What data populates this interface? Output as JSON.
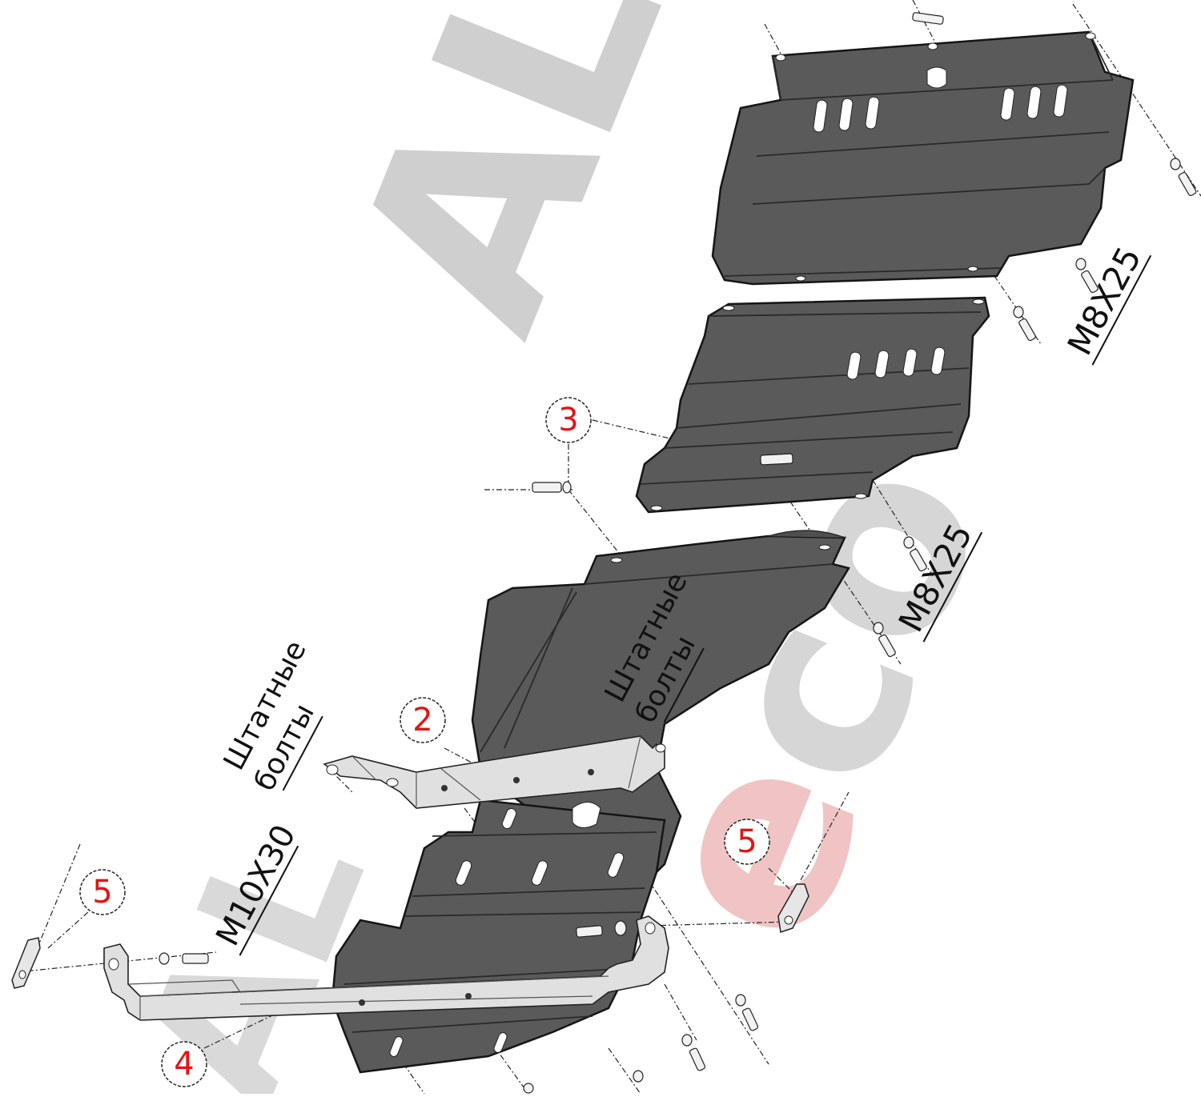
{
  "watermark": {
    "top_text": "ALF",
    "bottom_text": "eco",
    "colors": {
      "top": "#cfcfcf",
      "bottom_e": "#f0c4c4",
      "bottom_co": "#d6d6d6"
    }
  },
  "colors": {
    "plate": "#595959",
    "plate_edge": "#1a1a1a",
    "plate_highlight": "#6c6c6c",
    "bracket": "#dedede",
    "slot": "#ffffff",
    "callout_number": "#e41414",
    "leader": "#222222"
  },
  "callouts": [
    {
      "id": "part-3",
      "number": "3"
    },
    {
      "id": "part-2",
      "number": "2"
    },
    {
      "id": "part-5-right",
      "number": "5"
    },
    {
      "id": "part-5-left",
      "number": "5"
    },
    {
      "id": "part-4",
      "number": "4"
    }
  ],
  "labels": {
    "bolt_top": "M8X25",
    "bolt_middle": "M8X25",
    "bolt_lower": "M10X30",
    "std_bolts_center": [
      "Штатные",
      "болты"
    ],
    "std_bolts_left": [
      "Штатные",
      "болты"
    ]
  },
  "icons": {
    "bolt": "bolt-icon",
    "washer": "washer-icon",
    "hole": "hole-icon"
  }
}
